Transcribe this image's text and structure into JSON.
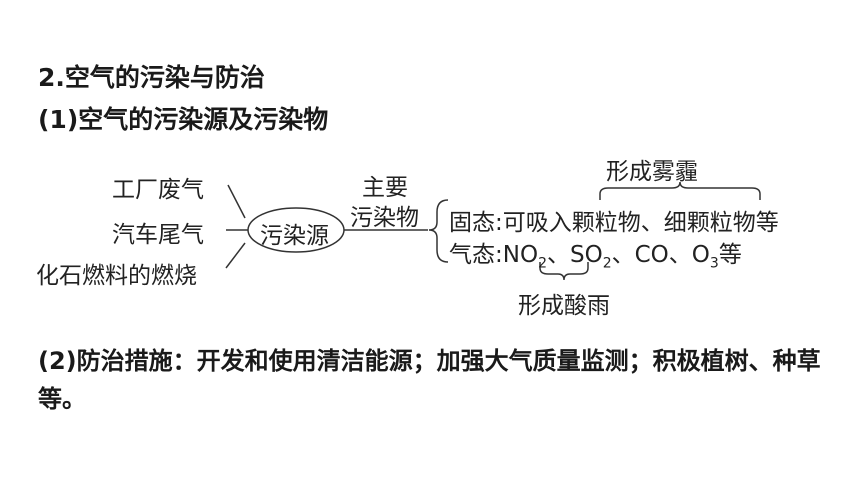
{
  "section_title": "2.空气的污染与防治",
  "subsection_1": "(1)空气的污染源及污染物",
  "diagram": {
    "sources": [
      "工厂废气",
      "汽车尾气",
      "化石燃料的燃烧"
    ],
    "center": "污染源",
    "branch_label_line1": "主要",
    "branch_label_line2": "污染物",
    "solid_label": "固态",
    "solid_items": "可吸入颗粒物、细颗粒物等",
    "gas_label": "气态",
    "gas_no2": "NO",
    "gas_so2": "SO",
    "gas_co": "CO",
    "gas_o3": "O",
    "sub2": "2",
    "sub3": "3",
    "sep": "、",
    "colon": ":",
    "gas_end": "等",
    "top_note": "形成雾霾",
    "bottom_note": "形成酸雨"
  },
  "subsection_2": "(2)防治措施：开发和使用清洁能源；加强大气质量监测；积极植树、种草等。"
}
